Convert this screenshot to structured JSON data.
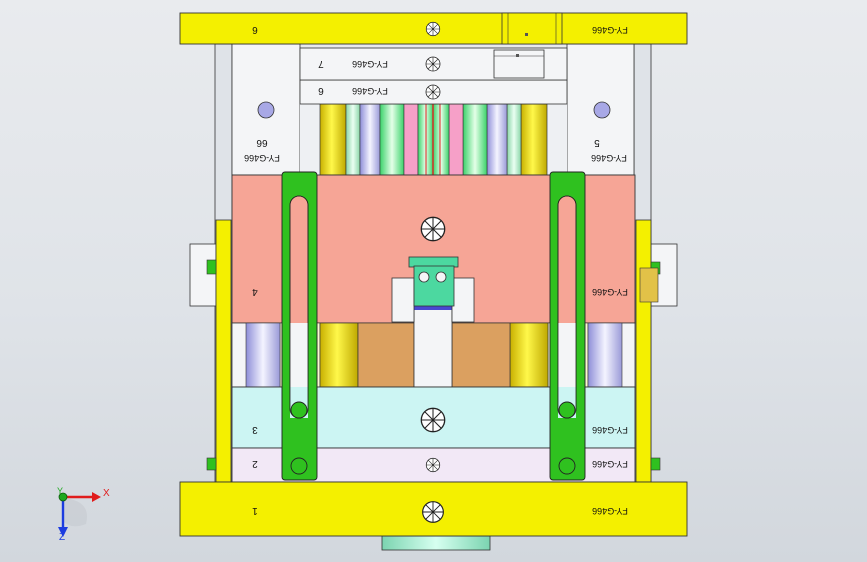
{
  "viewport": {
    "background": "#e3e6ea"
  },
  "part_labels": {
    "top_clamp_num": "6",
    "top_clamp_code": "FY-G466",
    "stripper_7_num": "7",
    "stripper_7_code": "FY-G466",
    "stripper_6_num": "6",
    "stripper_6_code": "FY-G466",
    "left_support_num": "66",
    "left_support_code": "FY-G466",
    "right_support_num": "5",
    "right_support_code": "FY-G466",
    "cavity_num": "4",
    "cavity_code": "FY-G466",
    "core_num": "3",
    "core_code": "FY-G466",
    "plate2_num": "2",
    "plate2_code": "FY-G466",
    "bottom_clamp_num": "1",
    "bottom_clamp_code": "FY-G466"
  },
  "triad": {
    "x_label": "X",
    "y_label": "Y",
    "z_label": "Z"
  },
  "colors": {
    "yellow_plate": "#f4f000",
    "salmon_plate": "#f6a596",
    "cyan_plate": "#ccf5f3",
    "lavender_plate": "#f2e8f6",
    "white_plate": "#f4f5f7",
    "green_link": "#2fc11f",
    "teal_insert": "#4cd8a0",
    "tan_block": "#dba060",
    "cream_block": "#fafad0",
    "axis_x": "#e01c1c",
    "axis_y": "#1fa81f",
    "axis_z": "#1c3ce0"
  }
}
